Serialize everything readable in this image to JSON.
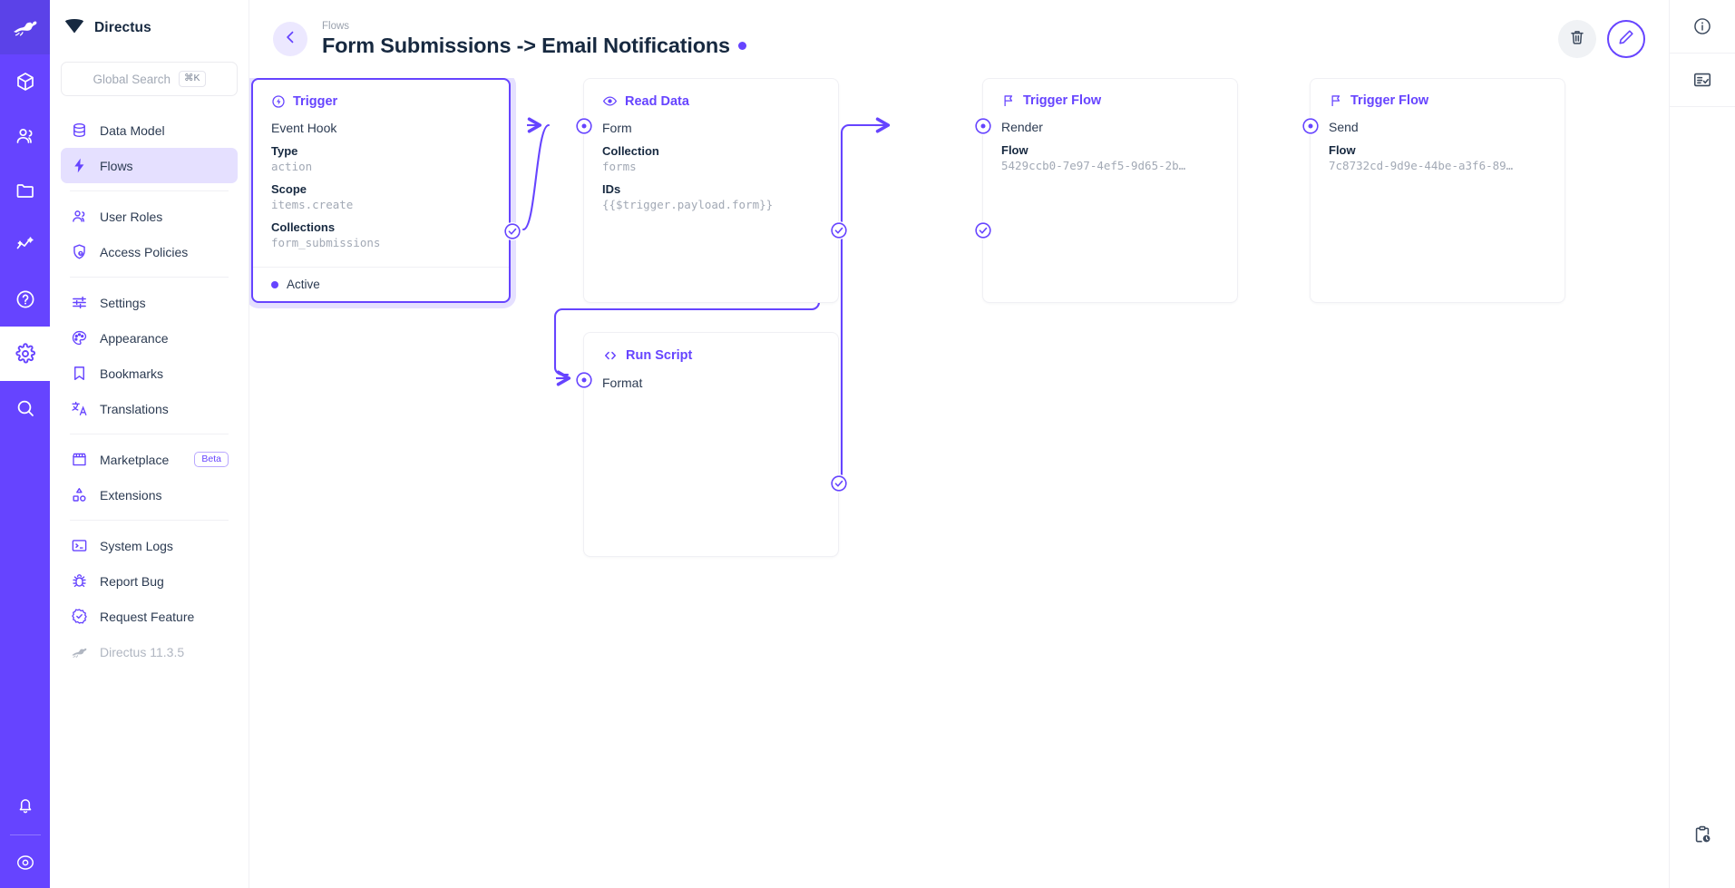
{
  "module_rail": {
    "items": [
      {
        "icon": "directus-rabbit-logo",
        "name": "directus-logo",
        "active": false,
        "logo": true
      },
      {
        "icon": "box-icon",
        "name": "module-content",
        "active": false
      },
      {
        "icon": "users-icon",
        "name": "module-users",
        "active": false
      },
      {
        "icon": "folder-icon",
        "name": "module-files",
        "active": false
      },
      {
        "icon": "insights-icon",
        "name": "module-insights",
        "active": false
      },
      {
        "icon": "question-circle-icon",
        "name": "module-docs",
        "active": false
      },
      {
        "icon": "gear-icon",
        "name": "module-settings",
        "active": true
      },
      {
        "icon": "search-icon",
        "name": "module-search",
        "active": false
      }
    ],
    "bottom_items": [
      {
        "icon": "bell-icon",
        "name": "notifications-button"
      },
      {
        "icon": "account-circle-icon",
        "name": "user-account-button"
      }
    ]
  },
  "sidebar": {
    "brand": "Directus",
    "brand_icon": "directus-diamond-logo",
    "search": {
      "placeholder": "Global Search",
      "shortcut": "⌘K",
      "icon": "search-icon"
    },
    "groups": [
      {
        "items": [
          {
            "label": "Data Model",
            "icon": "database-icon",
            "selected": false
          },
          {
            "label": "Flows",
            "icon": "bolt-icon",
            "selected": true
          }
        ]
      },
      {
        "items": [
          {
            "label": "User Roles",
            "icon": "users-icon",
            "selected": false
          },
          {
            "label": "Access Policies",
            "icon": "shield-lock-icon",
            "selected": false
          }
        ]
      },
      {
        "items": [
          {
            "label": "Settings",
            "icon": "sliders-icon",
            "selected": false
          },
          {
            "label": "Appearance",
            "icon": "palette-icon",
            "selected": false
          },
          {
            "label": "Bookmarks",
            "icon": "bookmark-icon",
            "selected": false
          },
          {
            "label": "Translations",
            "icon": "translate-icon",
            "selected": false
          }
        ]
      },
      {
        "items": [
          {
            "label": "Marketplace",
            "icon": "storefront-icon",
            "badge": "Beta",
            "selected": false
          },
          {
            "label": "Extensions",
            "icon": "shapes-icon",
            "selected": false
          }
        ]
      },
      {
        "items": [
          {
            "label": "System Logs",
            "icon": "terminal-icon",
            "selected": false
          },
          {
            "label": "Report Bug",
            "icon": "bug-icon",
            "selected": false
          },
          {
            "label": "Request Feature",
            "icon": "badge-check-icon",
            "selected": false
          },
          {
            "label": "Directus 11.3.5",
            "icon": "directus-rabbit-logo",
            "selected": false,
            "muted": true
          }
        ]
      }
    ]
  },
  "header": {
    "back_icon": "arrow-left-icon",
    "breadcrumb": "Flows",
    "title": "Form Submissions -> Email Notifications",
    "status_dot_color": "#6644ff",
    "actions": [
      {
        "name": "delete-flow-button",
        "icon": "trash-icon"
      },
      {
        "name": "edit-flow-button",
        "icon": "pencil-icon"
      }
    ]
  },
  "right_rail": {
    "items": [
      {
        "name": "info-sidebar-button",
        "icon": "info-circle-icon"
      },
      {
        "name": "logs-sidebar-button",
        "icon": "list-check-icon"
      }
    ],
    "bottom": {
      "name": "flow-runs-button",
      "icon": "clipboard-clock-icon"
    }
  },
  "flow": {
    "nodes": [
      {
        "name": "node-trigger",
        "type": "trigger",
        "title": "Trigger",
        "title_icon": "trigger-bolt-circle-icon",
        "subtitle": "Event Hook",
        "fields": [
          {
            "key": "Type",
            "value": "action"
          },
          {
            "key": "Scope",
            "value": "items.create"
          },
          {
            "key": "Collections",
            "value": "form_submissions"
          }
        ],
        "footer_label": "Active"
      },
      {
        "name": "node-read-data",
        "type": "operation",
        "title": "Read Data",
        "title_icon": "eye-icon",
        "subtitle": "Form",
        "fields": [
          {
            "key": "Collection",
            "value": "forms"
          },
          {
            "key": "IDs",
            "value": "{{$trigger.payload.form}}"
          }
        ]
      },
      {
        "name": "node-run-script",
        "type": "operation",
        "title": "Run Script",
        "title_icon": "code-brackets-icon",
        "subtitle": "Format",
        "fields": []
      },
      {
        "name": "node-trigger-flow-render",
        "type": "operation",
        "title": "Trigger Flow",
        "title_icon": "flag-icon",
        "subtitle": "Render",
        "fields": [
          {
            "key": "Flow",
            "value": "5429ccb0-7e97-4ef5-9d65-2b…"
          }
        ]
      },
      {
        "name": "node-trigger-flow-send",
        "type": "operation",
        "title": "Trigger Flow",
        "title_icon": "flag-icon",
        "subtitle": "Send",
        "fields": [
          {
            "key": "Flow",
            "value": "7c8732cd-9d9e-44be-a3f6-89…"
          }
        ]
      }
    ],
    "edge_color": "#6644ff"
  }
}
